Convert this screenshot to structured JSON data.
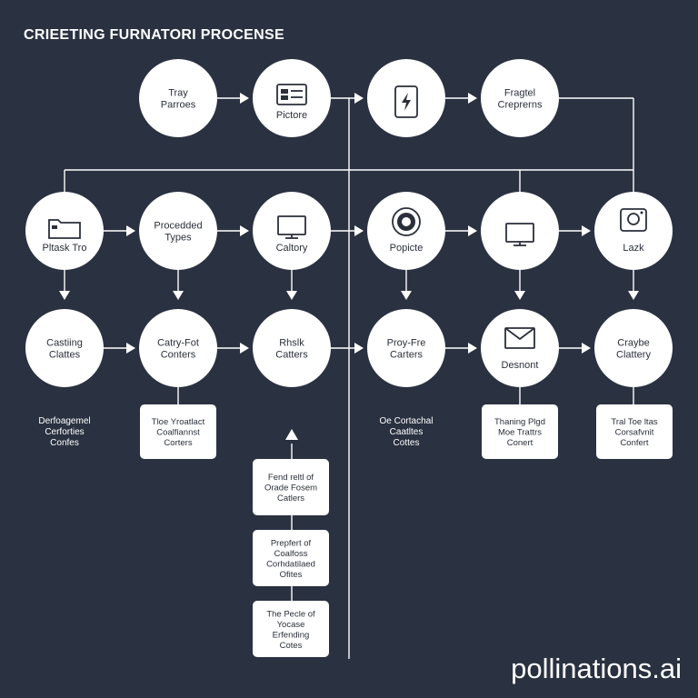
{
  "title": "CRIEETING FURNATORI PROCENSE",
  "watermark": "pollinations.ai",
  "colors": {
    "background": "#2a3140",
    "node": "#ffffff",
    "line": "#ffffff",
    "text": "#2a2f3a"
  },
  "nodes": [
    {
      "id": "r1c1",
      "lines": [
        "Tray",
        "Parroes"
      ],
      "icon": ""
    },
    {
      "id": "r1c2",
      "lines": [
        "Pictore"
      ],
      "icon": "id-card-icon"
    },
    {
      "id": "r1c3",
      "lines": [],
      "icon": "tablet-bolt-icon"
    },
    {
      "id": "r1c4",
      "lines": [
        "Fragtel",
        "Creprerns"
      ],
      "icon": ""
    },
    {
      "id": "r2c1",
      "lines": [
        "Pltask Tro"
      ],
      "icon": "folder-icon"
    },
    {
      "id": "r2c2",
      "lines": [
        "Procedded",
        "Types"
      ],
      "icon": ""
    },
    {
      "id": "r2c3",
      "lines": [
        "Caltory"
      ],
      "icon": "monitor-icon"
    },
    {
      "id": "r2c4",
      "lines": [
        "Popicte"
      ],
      "icon": "coin-icon"
    },
    {
      "id": "r2c5",
      "lines": [],
      "icon": "monitor-icon"
    },
    {
      "id": "r2c6",
      "lines": [
        "Lazk"
      ],
      "icon": "camera-icon"
    },
    {
      "id": "r3c1",
      "lines": [
        "Castiing",
        "Clattes"
      ],
      "icon": ""
    },
    {
      "id": "r3c2",
      "lines": [
        "Catry-Fot",
        "Conters"
      ],
      "icon": ""
    },
    {
      "id": "r3c3",
      "lines": [
        "Rhslk",
        "Catters"
      ],
      "icon": ""
    },
    {
      "id": "r3c4",
      "lines": [
        "Proy-Fre",
        "Carters"
      ],
      "icon": ""
    },
    {
      "id": "r3c5",
      "lines": [
        "Desnont"
      ],
      "icon": "envelope-icon"
    },
    {
      "id": "r3c6",
      "lines": [
        "Craybe",
        "Clattery"
      ],
      "icon": ""
    }
  ],
  "boxes": [
    {
      "id": "b2",
      "lines": [
        "Tloe Yroatlact",
        "Coalfiannst",
        "Corters"
      ]
    },
    {
      "id": "b5",
      "lines": [
        "Thaning Plgd",
        "Moe Trattrs",
        "Conert"
      ]
    },
    {
      "id": "b6",
      "lines": [
        "Tral Toe ltas",
        "Corsafvnit",
        "Confert"
      ]
    },
    {
      "id": "v1",
      "lines": [
        "Fend reltl of",
        "Orade Fosem",
        "Catlers"
      ]
    },
    {
      "id": "v2",
      "lines": [
        "Prepfert of",
        "Coalfoss",
        "Corhdatilaed",
        "Ofites"
      ]
    },
    {
      "id": "v3",
      "lines": [
        "The Pecle of",
        "Yocase",
        "Erfending",
        "Cotes"
      ]
    }
  ],
  "free_text": [
    {
      "id": "f1",
      "lines": [
        "Derfoagemel",
        "Cerforties",
        "Confes"
      ]
    },
    {
      "id": "f4",
      "lines": [
        "Oe Cortachal",
        "Caatltes",
        "Cottes"
      ]
    }
  ]
}
